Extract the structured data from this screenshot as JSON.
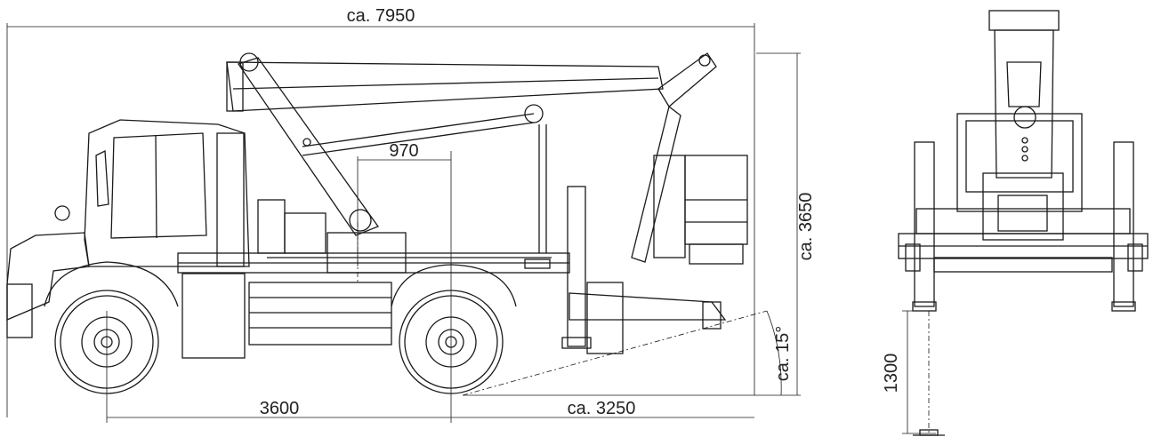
{
  "dimensions": {
    "overall_length": "ca. 7950",
    "wheelbase": "3600",
    "rear_overhang": "ca. 3250",
    "overall_height": "ca. 3650",
    "turret_offset": "970",
    "departure_angle": "ca. 15°",
    "front_stance_height": "1300"
  },
  "colors": {
    "line": "#1a1a1a",
    "text": "#222222",
    "background": "#ffffff"
  }
}
